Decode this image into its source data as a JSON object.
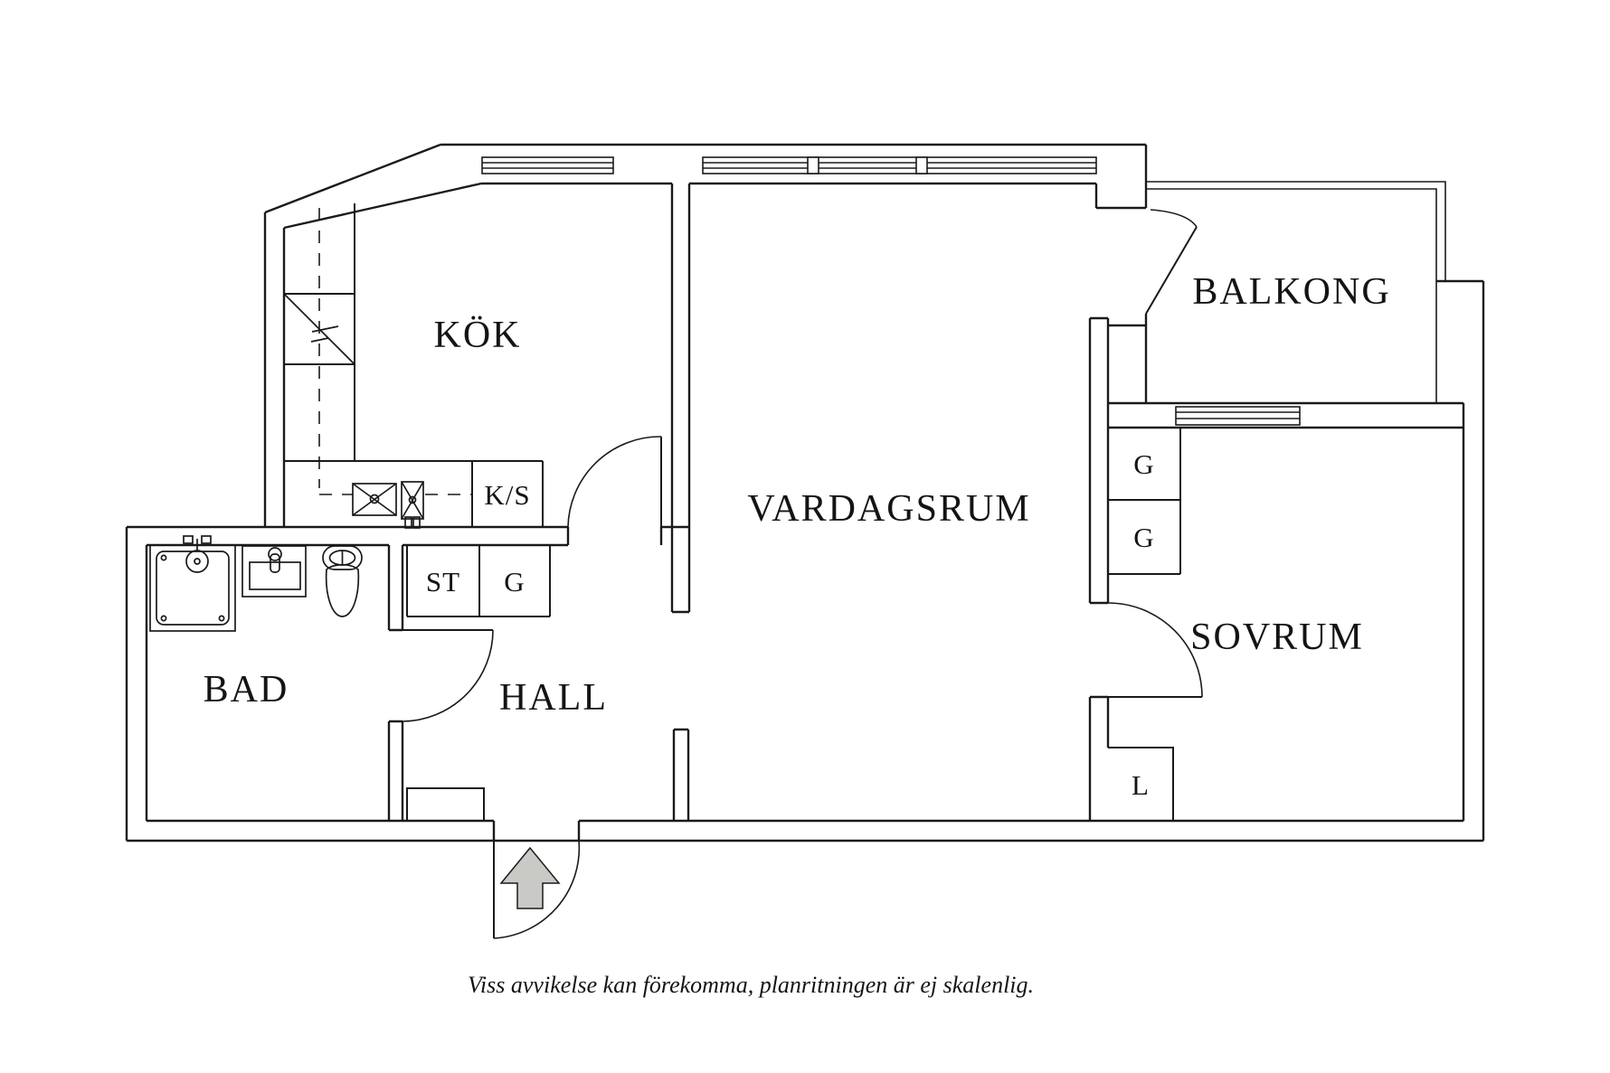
{
  "floorplan": {
    "labels": {
      "kok": "KÖK",
      "vardagsrum": "VARDAGSRUM",
      "balkong": "BALKONG",
      "sovrum": "SOVRUM",
      "bad": "BAD",
      "hall": "HALL"
    },
    "closets": {
      "ks": "K/S",
      "st": "ST",
      "g_hall": "G",
      "g_sovrum_1": "G",
      "g_sovrum_2": "G",
      "l": "L"
    },
    "caption": "Viss avvikelse kan förekomma, planritningen är ej skalenlig.",
    "colors": {
      "line": "#1a1a1a",
      "text": "#141414",
      "arrow_fill": "#c9c9c5",
      "background": "#ffffff"
    }
  }
}
